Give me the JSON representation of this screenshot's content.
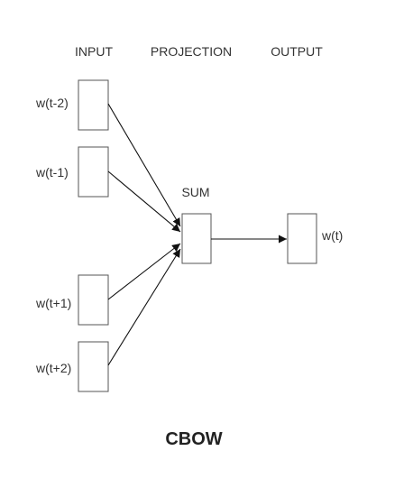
{
  "columns": {
    "input": "INPUT",
    "projection": "PROJECTION",
    "output": "OUTPUT"
  },
  "inputs": [
    "w(t-2)",
    "w(t-1)",
    "w(t+1)",
    "w(t+2)"
  ],
  "projection_label": "SUM",
  "output_label": "w(t)",
  "title": "CBOW"
}
